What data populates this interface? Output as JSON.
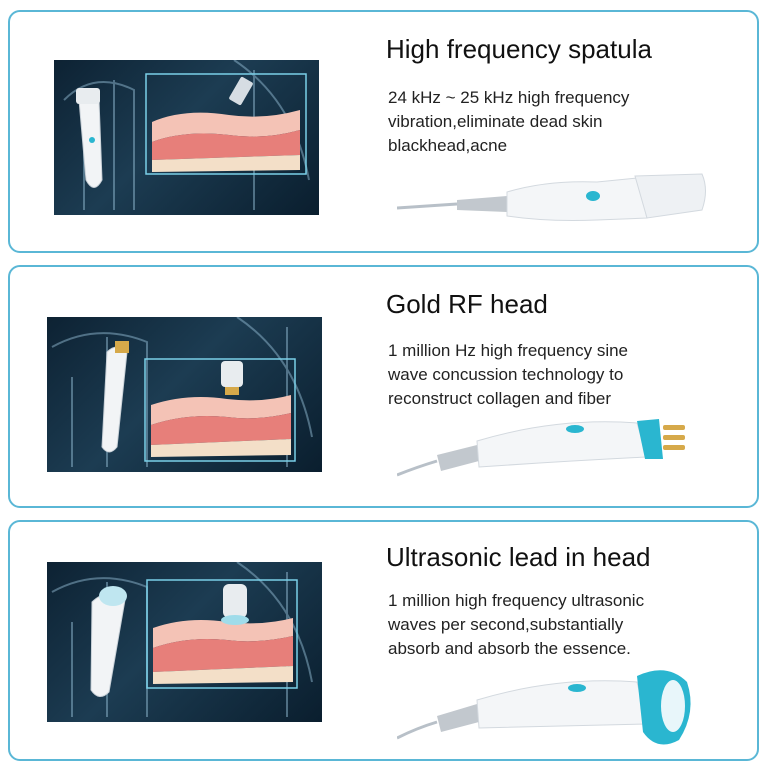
{
  "features": [
    {
      "title": "High frequency spatula",
      "desc_lines": [
        "24 kHz ~ 25 kHz high frequency",
        "vibration,eliminate dead skin",
        "blackhead,acne"
      ]
    },
    {
      "title": "Gold RF head",
      "desc_lines": [
        "1 million Hz high frequency sine",
        "wave concussion technology to",
        "reconstruct collagen and fiber"
      ]
    },
    {
      "title": "Ultrasonic lead in head",
      "desc_lines": [
        "1 million high frequency ultrasonic",
        "waves per second,substantially",
        "absorb and absorb the essence."
      ]
    }
  ],
  "colors": {
    "border": "#5ab7d6",
    "accent": "#2ab6d0",
    "skin": "#e77f7a"
  }
}
